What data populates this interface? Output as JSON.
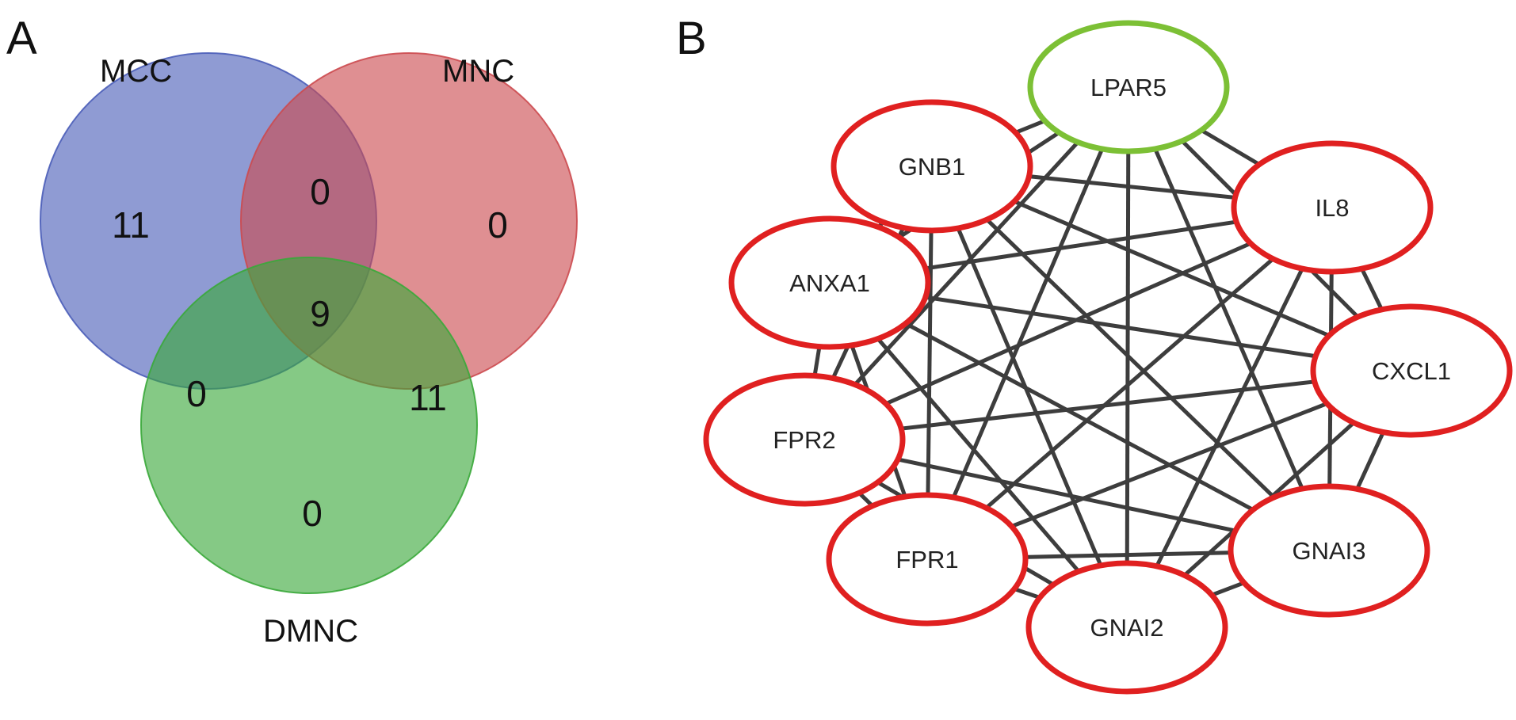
{
  "panels": {
    "a": {
      "letter": "A"
    },
    "b": {
      "letter": "B"
    }
  },
  "venn": {
    "sets": [
      {
        "id": "mcc",
        "label": "MCC",
        "color": "#4a5db8"
      },
      {
        "id": "mnc",
        "label": "MNC",
        "color": "#cc4a4f"
      },
      {
        "id": "dmnc",
        "label": "DMNC",
        "color": "#3aa83a"
      }
    ],
    "regions": {
      "mcc_only": "11",
      "mnc_only": "0",
      "dmnc_only": "0",
      "mcc_mnc": "0",
      "mcc_dmnc": "0",
      "mnc_dmnc": "11",
      "all": "9"
    }
  },
  "network": {
    "colors": {
      "edge": "#3d3d3d",
      "red_node": "#e02020",
      "green_node": "#7cc035"
    },
    "nodes": [
      {
        "id": "LPAR5",
        "label": "LPAR5",
        "color": "#7cc035"
      },
      {
        "id": "IL8",
        "label": "IL8",
        "color": "#e02020"
      },
      {
        "id": "CXCL1",
        "label": "CXCL1",
        "color": "#e02020"
      },
      {
        "id": "GNAI3",
        "label": "GNAI3",
        "color": "#e02020"
      },
      {
        "id": "GNAI2",
        "label": "GNAI2",
        "color": "#e02020"
      },
      {
        "id": "FPR1",
        "label": "FPR1",
        "color": "#e02020"
      },
      {
        "id": "FPR2",
        "label": "FPR2",
        "color": "#e02020"
      },
      {
        "id": "ANXA1",
        "label": "ANXA1",
        "color": "#e02020"
      },
      {
        "id": "GNB1",
        "label": "GNB1",
        "color": "#e02020"
      }
    ],
    "edges": [
      [
        "LPAR5",
        "IL8"
      ],
      [
        "LPAR5",
        "CXCL1"
      ],
      [
        "LPAR5",
        "GNAI3"
      ],
      [
        "LPAR5",
        "GNAI2"
      ],
      [
        "LPAR5",
        "FPR1"
      ],
      [
        "LPAR5",
        "FPR2"
      ],
      [
        "LPAR5",
        "ANXA1"
      ],
      [
        "LPAR5",
        "GNB1"
      ],
      [
        "IL8",
        "CXCL1"
      ],
      [
        "IL8",
        "GNAI3"
      ],
      [
        "IL8",
        "GNAI2"
      ],
      [
        "IL8",
        "FPR1"
      ],
      [
        "IL8",
        "FPR2"
      ],
      [
        "IL8",
        "ANXA1"
      ],
      [
        "IL8",
        "GNB1"
      ],
      [
        "CXCL1",
        "GNAI3"
      ],
      [
        "CXCL1",
        "GNAI2"
      ],
      [
        "CXCL1",
        "FPR1"
      ],
      [
        "CXCL1",
        "FPR2"
      ],
      [
        "CXCL1",
        "ANXA1"
      ],
      [
        "CXCL1",
        "GNB1"
      ],
      [
        "GNAI3",
        "GNAI2"
      ],
      [
        "GNAI3",
        "FPR1"
      ],
      [
        "GNAI3",
        "FPR2"
      ],
      [
        "GNAI3",
        "ANXA1"
      ],
      [
        "GNAI3",
        "GNB1"
      ],
      [
        "GNAI2",
        "FPR1"
      ],
      [
        "GNAI2",
        "FPR2"
      ],
      [
        "GNAI2",
        "ANXA1"
      ],
      [
        "GNAI2",
        "GNB1"
      ],
      [
        "FPR1",
        "FPR2"
      ],
      [
        "FPR1",
        "ANXA1"
      ],
      [
        "FPR1",
        "GNB1"
      ],
      [
        "FPR2",
        "ANXA1"
      ],
      [
        "FPR2",
        "GNB1"
      ],
      [
        "ANXA1",
        "GNB1"
      ]
    ]
  }
}
